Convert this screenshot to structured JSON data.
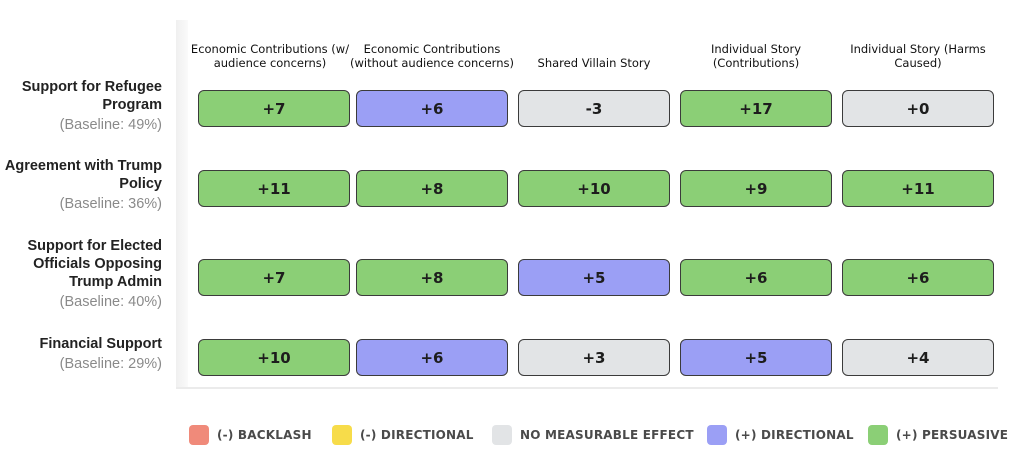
{
  "chart_data": {
    "type": "table",
    "columns": [
      "Economic Contributions (w/ audience concerns)",
      "Economic Contributions (without audience concerns)",
      "Shared Villain Story",
      "Individual Story (Contributions)",
      "Individual Story (Harms Caused)"
    ],
    "rows": [
      {
        "label": "Support for Refugee Program",
        "baseline": "(Baseline: 49%)",
        "values": [
          "+7",
          "+6",
          "-3",
          "+17",
          "+0"
        ],
        "effects": [
          "persuasive",
          "directional",
          "none",
          "persuasive",
          "none"
        ]
      },
      {
        "label": "Agreement with Trump Policy",
        "baseline": "(Baseline: 36%)",
        "values": [
          "+11",
          "+8",
          "+10",
          "+9",
          "+11"
        ],
        "effects": [
          "persuasive",
          "persuasive",
          "persuasive",
          "persuasive",
          "persuasive"
        ]
      },
      {
        "label": "Support for Elected Officials Opposing Trump Admin",
        "baseline": "(Baseline: 40%)",
        "values": [
          "+7",
          "+8",
          "+5",
          "+6",
          "+6"
        ],
        "effects": [
          "persuasive",
          "persuasive",
          "directional",
          "persuasive",
          "persuasive"
        ]
      },
      {
        "label": "Financial Support",
        "baseline": "(Baseline: 29%)",
        "values": [
          "+10",
          "+6",
          "+3",
          "+5",
          "+4"
        ],
        "effects": [
          "persuasive",
          "directional",
          "none",
          "directional",
          "none"
        ]
      }
    ],
    "legend": [
      {
        "key": "backlash",
        "label": "(-) BACKLASH",
        "color": "#f08a7a"
      },
      {
        "key": "neg-directional",
        "label": "(-) DIRECTIONAL",
        "color": "#f7dc4a"
      },
      {
        "key": "none",
        "label": "NO MEASURABLE EFFECT",
        "color": "#e2e4e6"
      },
      {
        "key": "directional",
        "label": "(+) DIRECTIONAL",
        "color": "#9b9ff5"
      },
      {
        "key": "persuasive",
        "label": "(+) PERSUASIVE",
        "color": "#8bcf76"
      }
    ]
  }
}
